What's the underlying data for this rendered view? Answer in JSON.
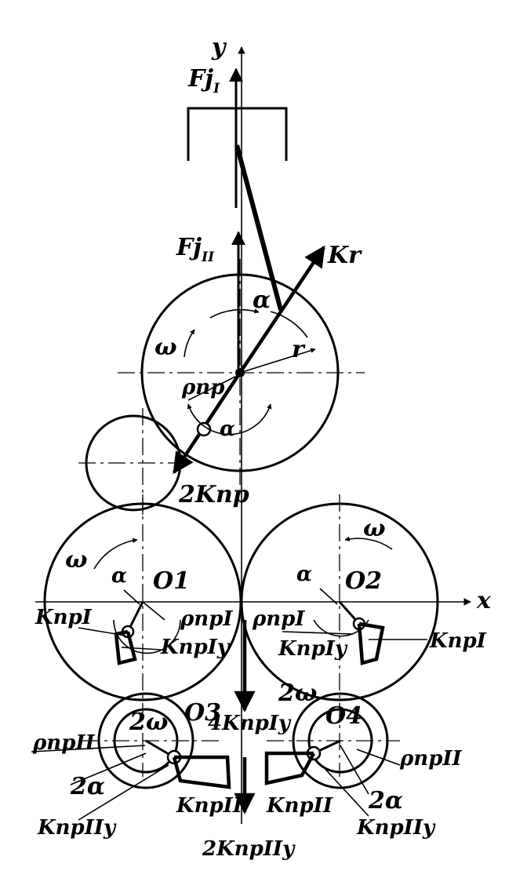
{
  "labels": {
    "axis_y": "y",
    "axis_x": "x",
    "fj1_main": "Fj",
    "fj1_sub": "I",
    "fj2_main": "Fj",
    "fj2_sub": "II",
    "kr": "Kr",
    "alpha": "α",
    "omega": "ω",
    "r": "r",
    "rho_pr": "ρпр",
    "alpha_small": "α",
    "two_kpr": "2Kпр",
    "o1": "O1",
    "o2": "O2",
    "o3": "O3",
    "o4": "O4",
    "omega_left": "ω",
    "omega_right": "ω",
    "alpha_left": "α",
    "alpha_right": "α",
    "rho_pr1_left": "ρпрI",
    "rho_pr1_right": "ρпрI",
    "kpr1_left": "KпрI",
    "kpr1_right": "KпрI",
    "kpr1y_left": "KпрIy",
    "kpr1y_right": "KпрIy",
    "two_omega_left": "2ω",
    "two_omega_right": "2ω",
    "four_kpr1y": "4KпрIy",
    "rho_pr2_left": "ρпрII",
    "rho_pr2_right": "ρпрII",
    "two_alpha_left": "2α",
    "two_alpha_right": "2α",
    "kpr2_left": "KпрII",
    "kpr2_right": "KпрII",
    "kpr2y_left": "KпрIIy",
    "kpr2y_right": "KпрIIy",
    "two_kpr2y": "2KпрIIy"
  }
}
